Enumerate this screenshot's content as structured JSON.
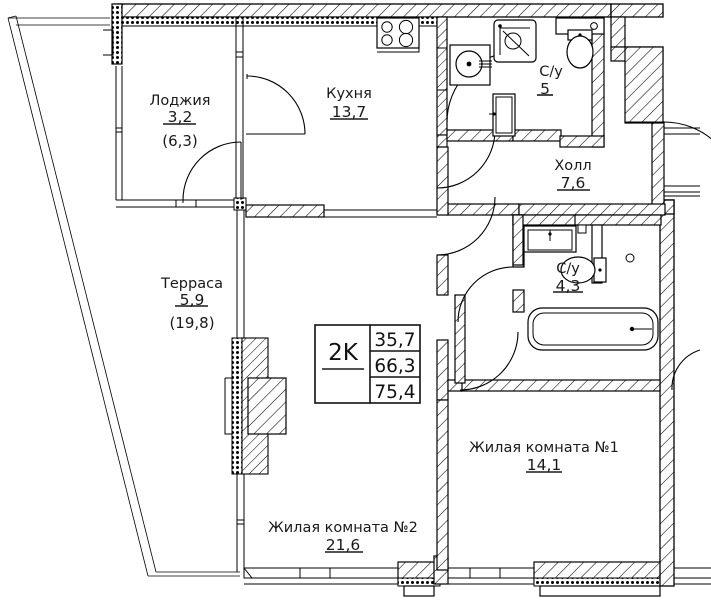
{
  "document": {
    "kind": "floor-plan",
    "language": "ru"
  },
  "summary_box": {
    "type_label": "2K",
    "values": [
      "35,7",
      "66,3",
      "75,4"
    ]
  },
  "rooms": [
    {
      "id": "loggia",
      "name": "Лоджия",
      "area": "3,2",
      "area_paren": "(6,3)"
    },
    {
      "id": "kitchen",
      "name": "Кухня",
      "area": "13,7",
      "area_paren": ""
    },
    {
      "id": "bath-top",
      "name": "С/у",
      "area": "5",
      "area_paren": ""
    },
    {
      "id": "hall",
      "name": "Холл",
      "area": "7,6",
      "area_paren": ""
    },
    {
      "id": "bath-bottom",
      "name": "С/у",
      "area": "4,3",
      "area_paren": ""
    },
    {
      "id": "terrace",
      "name": "Терраса",
      "area": "5,9",
      "area_paren": "(19,8)"
    },
    {
      "id": "living-1",
      "name": "Жилая комната №1",
      "area": "14,1",
      "area_paren": ""
    },
    {
      "id": "living-2",
      "name": "Жилая комната №2",
      "area": "21,6",
      "area_paren": ""
    }
  ],
  "fixtures": [
    {
      "id": "stove",
      "name": "cooktop-icon"
    },
    {
      "id": "washer",
      "name": "washing-machine-icon"
    },
    {
      "id": "shower",
      "name": "shower-cabin-icon"
    },
    {
      "id": "toilet-top",
      "name": "toilet-icon"
    },
    {
      "id": "sink-top",
      "name": "sink-icon"
    },
    {
      "id": "boiler",
      "name": "water-heater-icon"
    },
    {
      "id": "vanity",
      "name": "vanity-sink-icon"
    },
    {
      "id": "toilet-bot",
      "name": "toilet-icon"
    },
    {
      "id": "bathtub",
      "name": "bathtub-icon"
    }
  ],
  "colors": {
    "ink": "#000000",
    "paper": "#ffffff",
    "text": "#1a1a1a"
  }
}
